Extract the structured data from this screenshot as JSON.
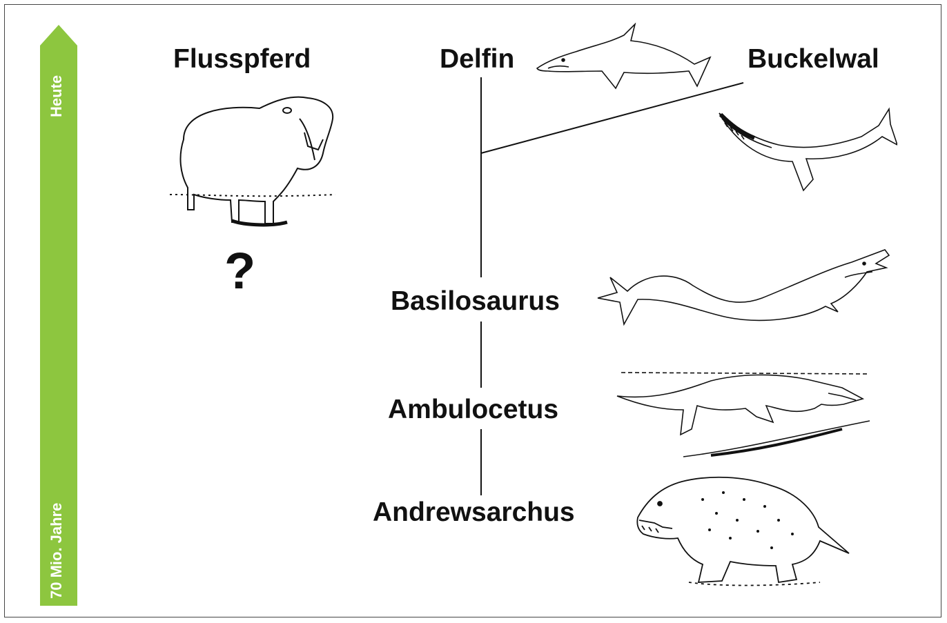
{
  "timeline": {
    "top_label": "Heute",
    "bottom_label": "70 Mio. Jahre",
    "arrow_color": "#8dc63f"
  },
  "animals": {
    "hippo": "Flusspferd",
    "hippo_unknown": "?",
    "dolphin": "Delfin",
    "humpback": "Buckelwal",
    "basilosaurus": "Basilosaurus",
    "ambulocetus": "Ambulocetus",
    "andrewsarchus": "Andrewsarchus"
  },
  "icons": [
    "hippo-icon",
    "dolphin-icon",
    "humpback-whale-icon",
    "basilosaurus-icon",
    "ambulocetus-icon",
    "andrewsarchus-icon"
  ]
}
